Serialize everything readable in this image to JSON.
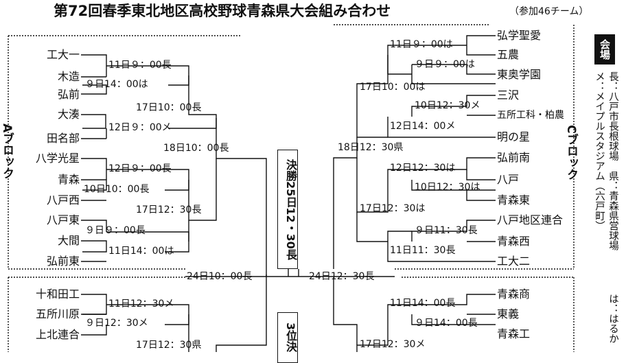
{
  "header": {
    "title": "第72回春季東北地区高校野球青森県大会組み合わせ",
    "subtitle": "（参加46チーム）"
  },
  "blocks": {
    "a_label": "Aブロック",
    "c_label": "Cブロック"
  },
  "a_block": {
    "teams": [
      "工大一",
      "木造",
      "弘前",
      "大湊",
      "田名部",
      "八学光星",
      "青森",
      "八戸西",
      "八戸東",
      "大間",
      "弘前東"
    ],
    "matches": [
      "11日９：00長",
      "９日14：00は",
      "17日10：00長",
      "12日９：00メ",
      "18日10：00長",
      "12日９：00長",
      "10日10：00長",
      "17日12：30長",
      "９日９：00長",
      "11日14：00は"
    ]
  },
  "b_block": {
    "teams": [
      "十和田工",
      "五所川原",
      "上北連合"
    ],
    "matches": [
      "11日12：30メ",
      "９日12：30メ",
      "17日12：30県"
    ]
  },
  "c_block": {
    "teams": [
      "弘学聖愛",
      "五農",
      "東奥学園",
      "三沢",
      "五所工科・柏農",
      "明の星",
      "弘前南",
      "八戸",
      "青森東",
      "八戸地区連合",
      "青森西",
      "工大二"
    ],
    "matches": [
      "11日９：00は",
      "９日９：00は",
      "17日10：00は",
      "10日12：30メ",
      "12日14：00メ",
      "18日12：30県",
      "12日12：30は",
      "10日12：30は",
      "17日12：30は",
      "９日11：30長",
      "11日11：30長"
    ]
  },
  "d_block": {
    "teams": [
      "青森商",
      "東義",
      "青森工"
    ],
    "matches": [
      "11日14：00長",
      "９日14：00長",
      "17日12：30メ"
    ]
  },
  "semis": {
    "left": "24日10：00長",
    "right": "24日12：30長"
  },
  "final_box": "決勝25日12・30長",
  "third_box": "3位決",
  "venues": {
    "head": "会場",
    "line1": "長：八戸市長根球場　県：青森県営球場",
    "line2": "メ：メイプルスタジアム（六戸町）",
    "line3": "は：はるか"
  }
}
